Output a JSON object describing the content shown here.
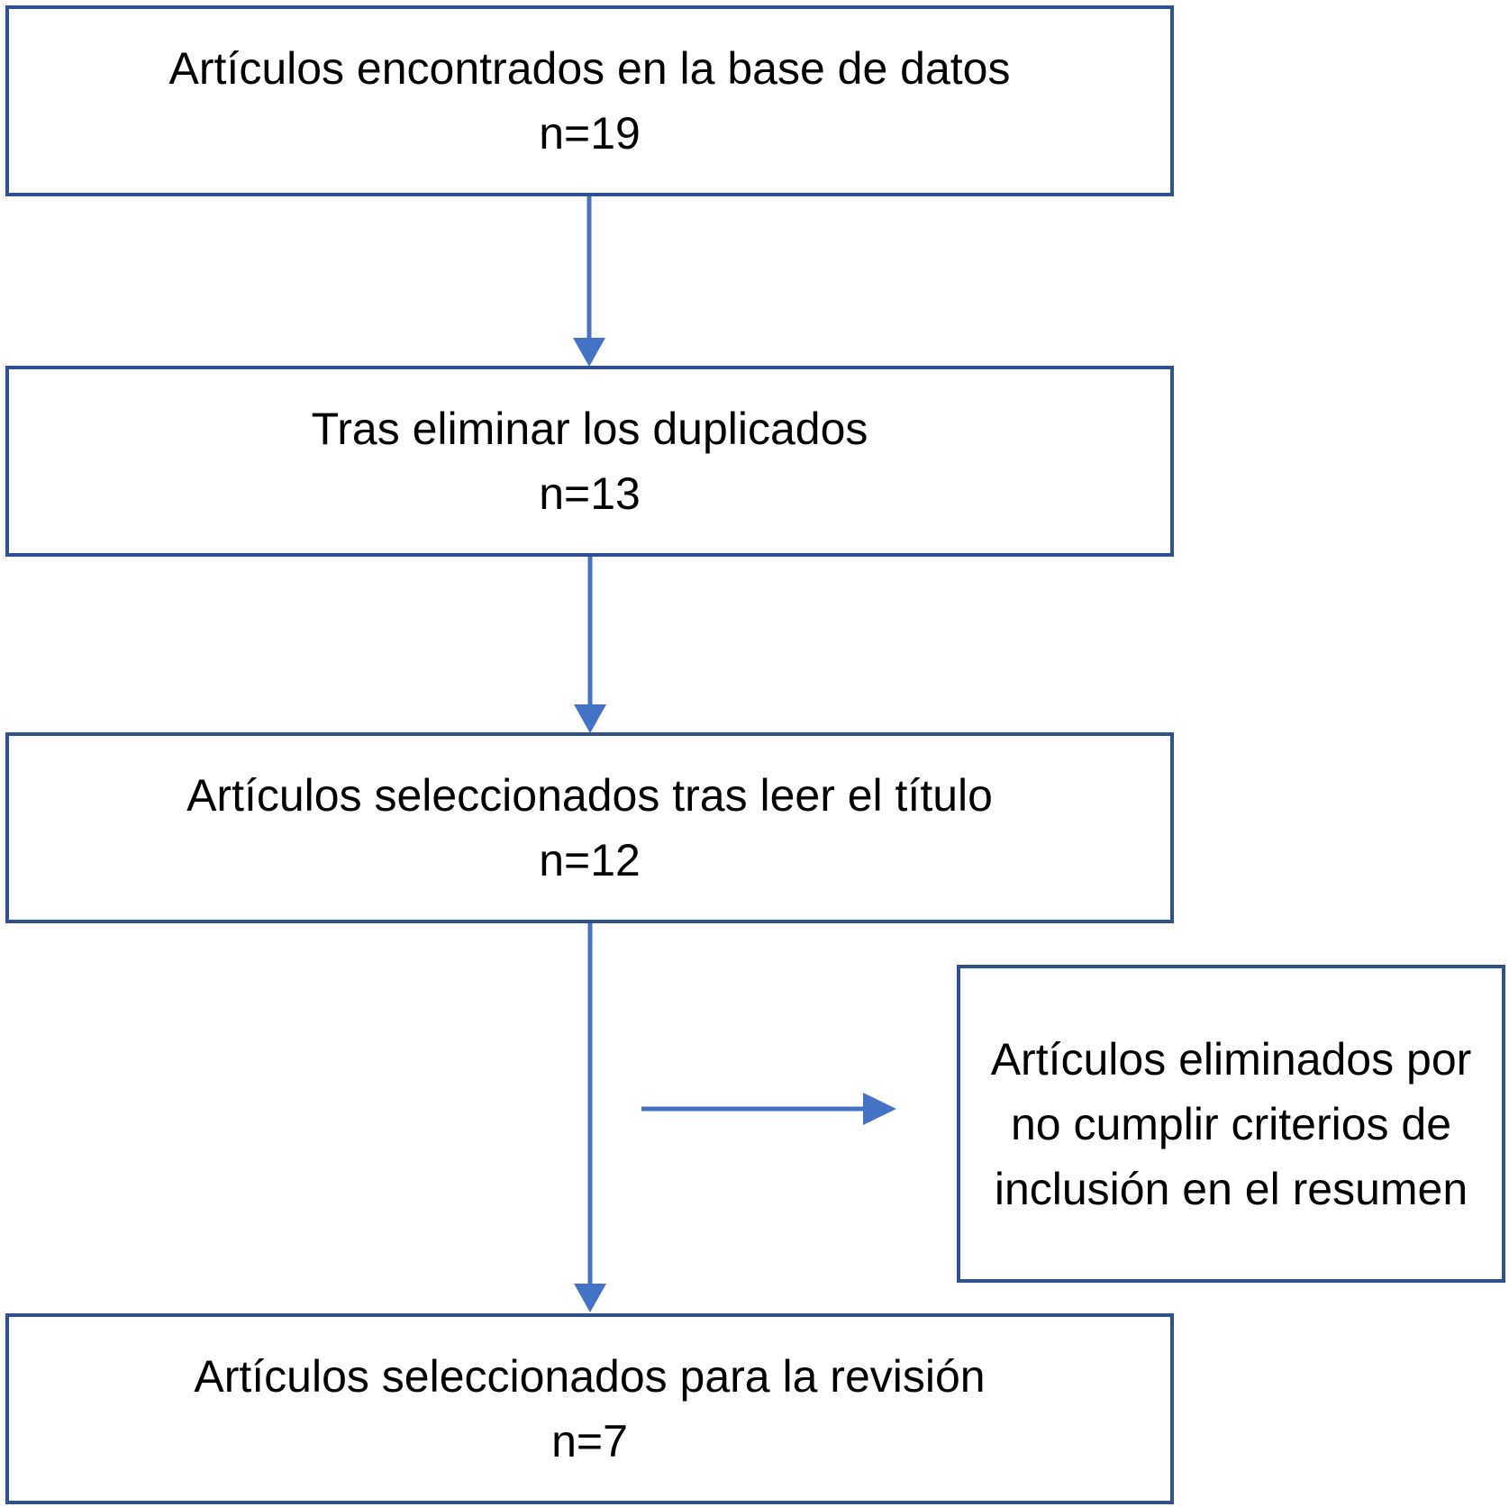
{
  "colors": {
    "border": "#2f528f",
    "arrow": "#4472c4",
    "text": "#000000",
    "background": "#ffffff"
  },
  "steps": [
    {
      "label": "Artículos encontrados en la base de datos",
      "count": "n=19"
    },
    {
      "label": "Tras eliminar los duplicados",
      "count": "n=13"
    },
    {
      "label": "Artículos seleccionados tras leer el título",
      "count": "n=12"
    },
    {
      "label": "Artículos seleccionados para la revisión",
      "count": "n=7"
    }
  ],
  "excluded": {
    "label": "Artículos eliminados por no cumplir criterios de inclusión en el resumen"
  }
}
